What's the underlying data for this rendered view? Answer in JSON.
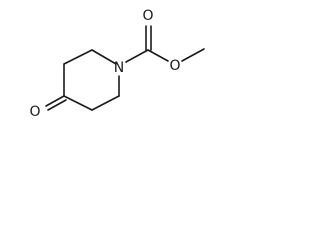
{
  "molecule": {
    "atoms": {
      "ring_nitrogen": "N",
      "ketone_oxygen": "O",
      "carbonyl_oxygen": "O",
      "ester_oxygen": "O"
    }
  }
}
